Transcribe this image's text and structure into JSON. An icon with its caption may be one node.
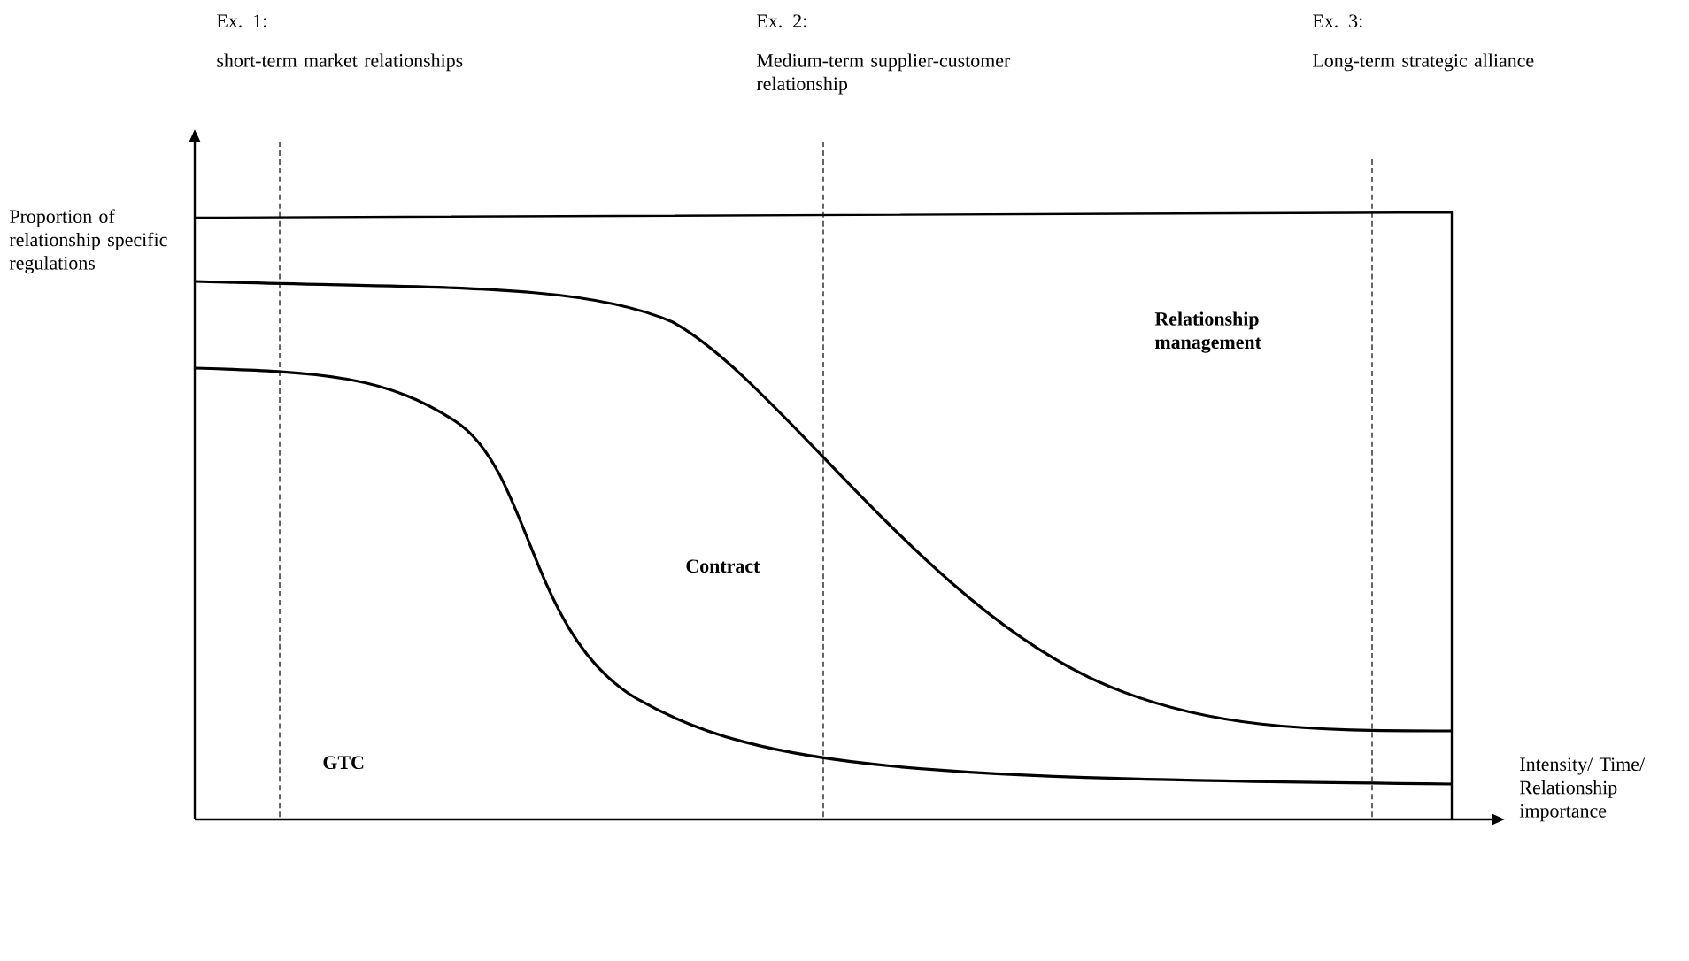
{
  "diagram": {
    "labels": [
      "Ex. 1:",
      "short-term market relationships",
      "Ex. 2:",
      "Medium-term supplier-customer relationship",
      "Ex. 3:",
      "Long-term strategic alliance",
      "Proportion of relationship specific regulations",
      "Relationship management",
      "Contract",
      "GTC",
      "Intensity/ Time/ Relationship importance"
    ]
  }
}
